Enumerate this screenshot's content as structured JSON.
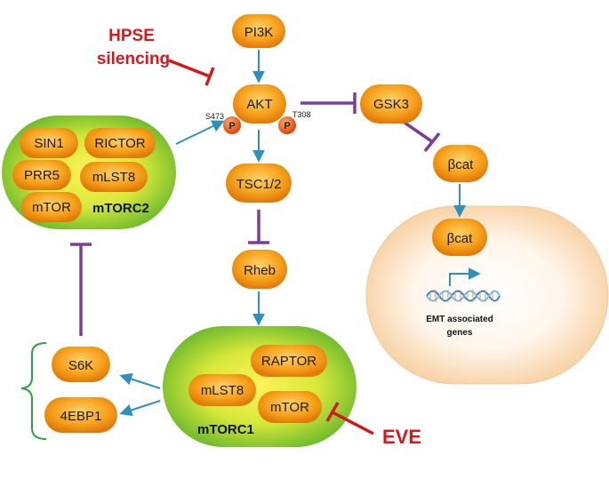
{
  "nodes": {
    "pi3k": "PI3K",
    "akt": "AKT",
    "tsc": "TSC1/2",
    "rheb": "Rheb",
    "gsk3": "GSK3",
    "bcat_cyto": "βcat",
    "bcat_nuc": "βcat",
    "s6k": "S6K",
    "4ebp1": "4EBP1"
  },
  "akt_sites": {
    "s473": "S473",
    "t308": "T308",
    "phospho": "P"
  },
  "mtorc2": {
    "label": "mTORC2",
    "components": [
      "SIN1",
      "RICTOR",
      "PRR5",
      "mLST8",
      "mTOR"
    ]
  },
  "mtorc1": {
    "label": "mTORC1",
    "components": [
      "RAPTOR",
      "mLST8",
      "mTOR"
    ]
  },
  "inhibitors": {
    "hpse_line1": "HPSE",
    "hpse_line2": "silencing",
    "eve": "EVE"
  },
  "nucleus": {
    "genes_line1": "EMT associated",
    "genes_line2": "genes"
  },
  "colors": {
    "node_orange": "#f39a10",
    "inhibit_purple": "#7a3e9d",
    "arrow_blue": "#2f8fbf",
    "inhibit_red": "#d4191c",
    "complex_green": "#8cc63f",
    "bracket_green": "#2e9e46",
    "nucleus_fill": "#fde3c8"
  }
}
